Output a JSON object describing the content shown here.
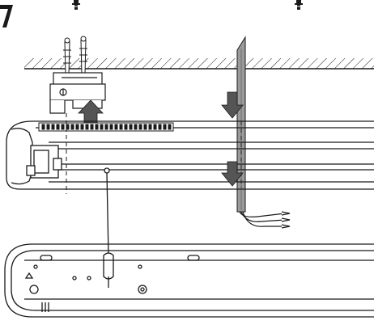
{
  "figure": {
    "kind": "installation-illustration",
    "step_indicator": "7",
    "panel_style": "black line art on white",
    "accent_colors": {
      "line": "#1a1a1a",
      "arrow_fill": "#555555",
      "cable_fill": "#9a9a9a",
      "background": "#ffffff"
    },
    "parts": [
      "mounting-screw",
      "ceiling-surface",
      "wall-plug",
      "mounting-clip",
      "lamp-housing",
      "supply-cable",
      "cable-wires",
      "pull-cord",
      "lamp-cover"
    ],
    "arrows": [
      {
        "name": "clip-up-arrow",
        "direction": "up"
      },
      {
        "name": "cable-down-arrow",
        "direction": "down"
      },
      {
        "name": "cable-entry-arrow",
        "direction": "down"
      }
    ]
  }
}
